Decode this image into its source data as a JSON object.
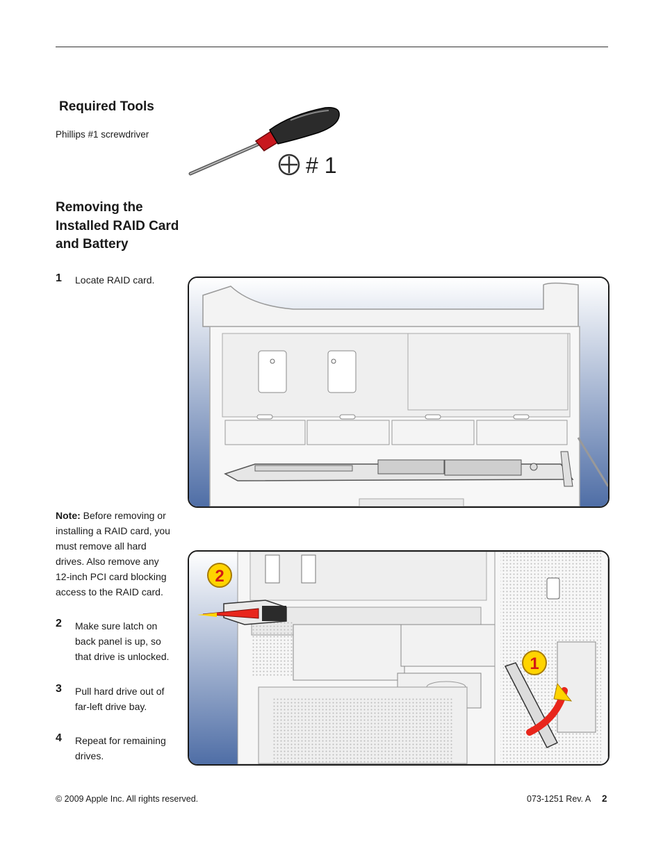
{
  "tools": {
    "heading": "Required Tools",
    "item": "Phillips #1 screwdriver",
    "bit_label": "# 1"
  },
  "section": {
    "heading": "Removing the Installed RAID Card and Battery"
  },
  "steps": [
    {
      "num": "1",
      "text": "Locate RAID card."
    },
    {
      "num": "2",
      "text": "Make sure latch on back panel is up, so that drive is unlocked."
    },
    {
      "num": "3",
      "text": "Pull hard drive out of far-left drive bay."
    },
    {
      "num": "4",
      "text": "Repeat for remaining drives."
    }
  ],
  "note": {
    "label": "Note:",
    "text": " Before removing or installing a RAID card, you must remove all hard drives. Also remove any 12-inch PCI card blocking access to the RAID card."
  },
  "callouts": {
    "first": "1",
    "second": "2"
  },
  "footer": {
    "copyright": "© 2009 Apple Inc. All rights reserved.",
    "doc_number": "073-1251 Rev. A",
    "page": "2"
  },
  "colors": {
    "panel_gradient_top": "#ffffff",
    "panel_gradient_bottom": "#4f6ea6",
    "screwdriver_red": "#c8181e",
    "callout_yellow": "#ffd400",
    "arrow_red": "#e8261c"
  }
}
